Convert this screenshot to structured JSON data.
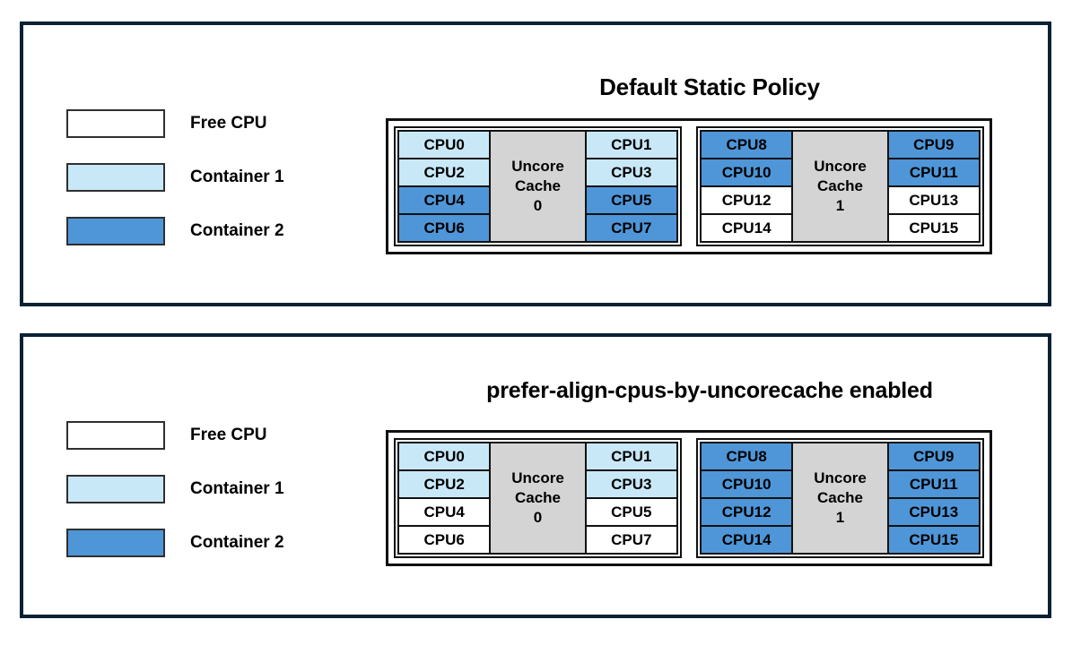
{
  "colors": {
    "free": "#ffffff",
    "container1": "#c9e8f7",
    "container2": "#4e96d8",
    "cache": "#d4d4d4",
    "panel_border": "#0a2133",
    "cell_border": "#111111"
  },
  "legend": {
    "items": [
      {
        "label": "Free CPU",
        "fill": "free",
        "swatch_name": "legend-swatch-free-cpu"
      },
      {
        "label": "Container 1",
        "fill": "container1",
        "swatch_name": "legend-swatch-container-1"
      },
      {
        "label": "Container 2",
        "fill": "container2",
        "swatch_name": "legend-swatch-container-2"
      }
    ]
  },
  "panels": [
    {
      "id": "panel-1",
      "title": "Default Static Policy",
      "sockets": [
        {
          "cache_label_line1": "Uncore",
          "cache_label_line2": "Cache",
          "cache_index": "0",
          "left_column": [
            {
              "label": "CPU0",
              "fill": "container1"
            },
            {
              "label": "CPU2",
              "fill": "container1"
            },
            {
              "label": "CPU4",
              "fill": "container2"
            },
            {
              "label": "CPU6",
              "fill": "container2"
            }
          ],
          "right_column": [
            {
              "label": "CPU1",
              "fill": "container1"
            },
            {
              "label": "CPU3",
              "fill": "container1"
            },
            {
              "label": "CPU5",
              "fill": "container2"
            },
            {
              "label": "CPU7",
              "fill": "container2"
            }
          ]
        },
        {
          "cache_label_line1": "Uncore",
          "cache_label_line2": "Cache",
          "cache_index": "1",
          "left_column": [
            {
              "label": "CPU8",
              "fill": "container2"
            },
            {
              "label": "CPU10",
              "fill": "container2"
            },
            {
              "label": "CPU12",
              "fill": "free"
            },
            {
              "label": "CPU14",
              "fill": "free"
            }
          ],
          "right_column": [
            {
              "label": "CPU9",
              "fill": "container2"
            },
            {
              "label": "CPU11",
              "fill": "container2"
            },
            {
              "label": "CPU13",
              "fill": "free"
            },
            {
              "label": "CPU15",
              "fill": "free"
            }
          ]
        }
      ]
    },
    {
      "id": "panel-2",
      "title": "prefer-align-cpus-by-uncorecache enabled",
      "sockets": [
        {
          "cache_label_line1": "Uncore",
          "cache_label_line2": "Cache",
          "cache_index": "0",
          "left_column": [
            {
              "label": "CPU0",
              "fill": "container1"
            },
            {
              "label": "CPU2",
              "fill": "container1"
            },
            {
              "label": "CPU4",
              "fill": "free"
            },
            {
              "label": "CPU6",
              "fill": "free"
            }
          ],
          "right_column": [
            {
              "label": "CPU1",
              "fill": "container1"
            },
            {
              "label": "CPU3",
              "fill": "container1"
            },
            {
              "label": "CPU5",
              "fill": "free"
            },
            {
              "label": "CPU7",
              "fill": "free"
            }
          ]
        },
        {
          "cache_label_line1": "Uncore",
          "cache_label_line2": "Cache",
          "cache_index": "1",
          "left_column": [
            {
              "label": "CPU8",
              "fill": "container2"
            },
            {
              "label": "CPU10",
              "fill": "container2"
            },
            {
              "label": "CPU12",
              "fill": "container2"
            },
            {
              "label": "CPU14",
              "fill": "container2"
            }
          ],
          "right_column": [
            {
              "label": "CPU9",
              "fill": "container2"
            },
            {
              "label": "CPU11",
              "fill": "container2"
            },
            {
              "label": "CPU13",
              "fill": "container2"
            },
            {
              "label": "CPU15",
              "fill": "container2"
            }
          ]
        }
      ]
    }
  ]
}
